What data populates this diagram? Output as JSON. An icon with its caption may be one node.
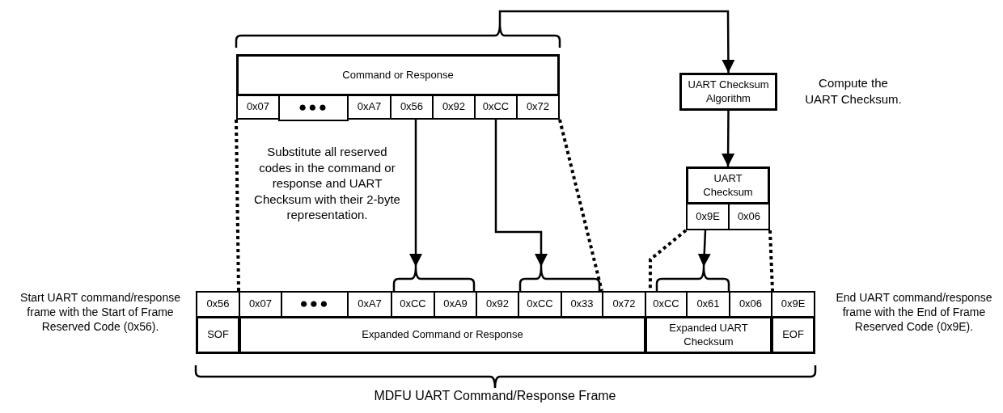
{
  "diagram": {
    "nodes": [
      {
        "text": [
          "Command or Response"
        ]
      },
      {
        "text": [
          "0x07"
        ]
      },
      {
        "text": [
          "●●●"
        ]
      },
      {
        "text": [
          "0xA7"
        ]
      },
      {
        "text": [
          "0x56"
        ]
      },
      {
        "text": [
          "0x92"
        ]
      },
      {
        "text": [
          "0xCC"
        ]
      },
      {
        "text": [
          "0x72"
        ]
      },
      {
        "text": [
          "UART Checksum Algorithm"
        ]
      },
      {
        "text": [
          "UART Checksum"
        ]
      },
      {
        "text": [
          "0x9E"
        ]
      },
      {
        "text": [
          "0x06"
        ]
      },
      {
        "text": [
          "0x56"
        ]
      },
      {
        "text": [
          "0x07"
        ]
      },
      {
        "text": [
          "●●●"
        ]
      },
      {
        "text": [
          "0xA7"
        ]
      },
      {
        "text": [
          "0xCC"
        ]
      },
      {
        "text": [
          "0xA9"
        ]
      },
      {
        "text": [
          "0x92"
        ]
      },
      {
        "text": [
          "0xCC"
        ]
      },
      {
        "text": [
          "0x33"
        ]
      },
      {
        "text": [
          "0x72"
        ]
      },
      {
        "text": [
          "0xCC"
        ]
      },
      {
        "text": [
          "0x61"
        ]
      },
      {
        "text": [
          "0x06"
        ]
      },
      {
        "text": [
          "0x9E"
        ]
      },
      {
        "text": [
          "SOF"
        ]
      },
      {
        "text": [
          "Expanded Command or Response"
        ]
      },
      {
        "text": [
          "Expanded UART Checksum"
        ]
      },
      {
        "text": [
          "EOF"
        ]
      },
      {
        "text": [],
        "shape": "brace"
      },
      {
        "text": [],
        "shape": "brace"
      },
      {
        "text": [],
        "shape": "brace"
      },
      {
        "text": [],
        "shape": "brace"
      }
    ],
    "edges": [
      {
        "from": 30,
        "to": 8,
        "arrow": "to"
      },
      {
        "from": 8,
        "to": 9,
        "arrow": "to"
      },
      {
        "from": 4,
        "to": 31,
        "arrow": "to"
      },
      {
        "from": 6,
        "to": 32,
        "arrow": "to"
      },
      {
        "from": 10,
        "to": 33,
        "arrow": "to"
      },
      {
        "from": 1,
        "to": 13,
        "arrow": "none",
        "style": "dashed"
      },
      {
        "from": 7,
        "to": 21,
        "arrow": "none",
        "style": "dashed"
      },
      {
        "from": 10,
        "to": 22,
        "arrow": "none",
        "style": "dashed"
      },
      {
        "from": 11,
        "to": 24,
        "arrow": "none",
        "style": "dashed"
      }
    ],
    "labels": [
      "Substitute all reserved codes in the command or response and UART Checksum with their 2-byte representation.",
      "Compute the UART Checksum.",
      "Start UART command/response frame with the Start of Frame Reserved Code (0x56).",
      "End UART command/response frame with the End of Frame Reserved Code (0x9E).",
      "MDFU UART Command/Response Frame"
    ]
  }
}
